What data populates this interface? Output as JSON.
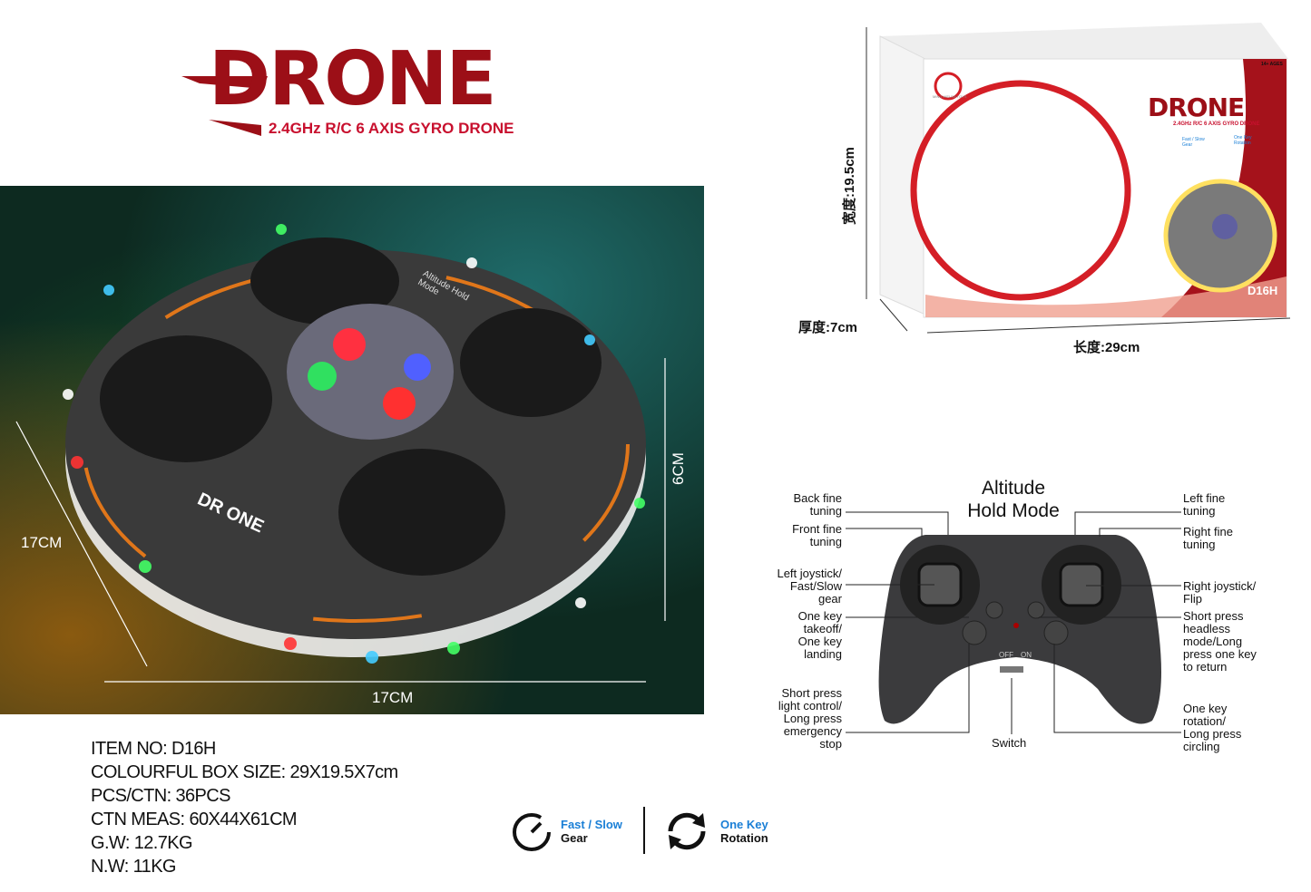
{
  "logo": {
    "title": "DRONE",
    "subtitle": "2.4GHz R/C 6 AXIS GYRO DRONE",
    "color": "#9c0f17"
  },
  "photo": {
    "width_label": "17CM",
    "depth_label": "17CM",
    "height_label": "6CM",
    "drone_print": "DR  ONE",
    "drone_mode_print": "Altitude Hold Mode"
  },
  "box": {
    "width_label": "宽度:19.5cm",
    "thickness_label": "厚度:7cm",
    "length_label": "长度:29cm",
    "logo": "DRONE",
    "subtitle": "2.4GHz R/C 6 AXIS GYRO DRONE",
    "brand": "MING WEI DA TOYS",
    "age": "14+ AGES",
    "model": "D16H",
    "feature1": "Fast / Slow Gear",
    "feature2": "One Key Rotation"
  },
  "controller": {
    "title_line1": "Altitude",
    "title_line2": "Hold Mode",
    "left": [
      "Back fine\ntuning",
      "Front fine\ntuning",
      "Left joystick/\nFast/Slow\ngear",
      "One key\ntakeoff/\nOne key\nlanding",
      "Short press\nlight control/\nLong press\nemergency\nstop"
    ],
    "right": [
      "Left fine\ntuning",
      "Right fine\ntuning",
      "Right joystick/\nFlip",
      "Short press\nheadless\nmode/Long\npress one key\nto return",
      "One key\nrotation/\nLong press\ncircling"
    ],
    "switch": "Switch",
    "off": "OFF",
    "on": "ON"
  },
  "specs": [
    "ITEM NO: D16H",
    "COLOURFUL BOX SIZE: 29X19.5X7cm",
    "PCS/CTN: 36PCS",
    "CTN MEAS: 60X44X61CM",
    "G.W: 12.7KG",
    "N.W: 11KG"
  ],
  "features": [
    {
      "icon": "speedometer-icon",
      "line1": "Fast / Slow",
      "line2": "Gear"
    },
    {
      "icon": "rotation-icon",
      "line1": "One Key",
      "line2": "Rotation"
    }
  ],
  "colors": {
    "brand_red": "#c8102e",
    "dark_red": "#9c0f17",
    "feature_blue": "#1a7fd6"
  }
}
